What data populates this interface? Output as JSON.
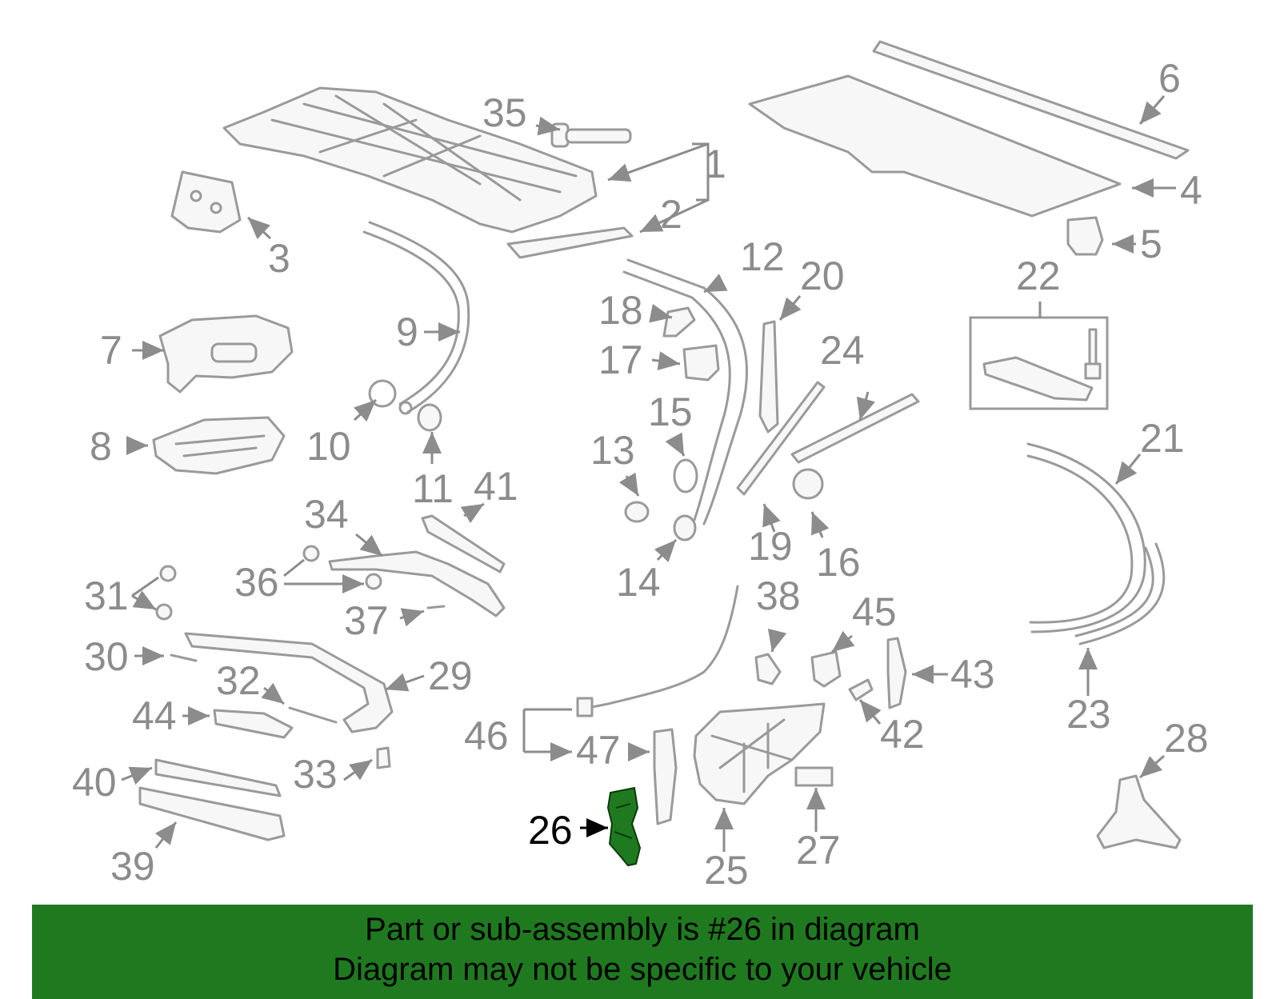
{
  "highlight": {
    "part": "26",
    "color": "#1f7a1f"
  },
  "banner": {
    "line1": "Part or sub-assembly is #26 in diagram",
    "line2": "Diagram may not be specific to your vehicle",
    "bg": "#1f7a1f"
  },
  "labels": {
    "l1": "1",
    "l2": "2",
    "l3": "3",
    "l4": "4",
    "l5": "5",
    "l6": "6",
    "l7": "7",
    "l8": "8",
    "l9": "9",
    "l10": "10",
    "l11": "11",
    "l12": "12",
    "l13": "13",
    "l14": "14",
    "l15": "15",
    "l16": "16",
    "l17": "17",
    "l18": "18",
    "l19": "19",
    "l20": "20",
    "l21": "21",
    "l22": "22",
    "l23": "23",
    "l24": "24",
    "l25": "25",
    "l26": "26",
    "l27": "27",
    "l28": "28",
    "l29": "29",
    "l30": "30",
    "l31": "31",
    "l32": "32",
    "l33": "33",
    "l34": "34",
    "l35": "35",
    "l36": "36",
    "l37": "37",
    "l38": "38",
    "l39": "39",
    "l40": "40",
    "l41": "41",
    "l42": "42",
    "l43": "43",
    "l44": "44",
    "l45": "45",
    "l46": "46",
    "l47": "47"
  }
}
